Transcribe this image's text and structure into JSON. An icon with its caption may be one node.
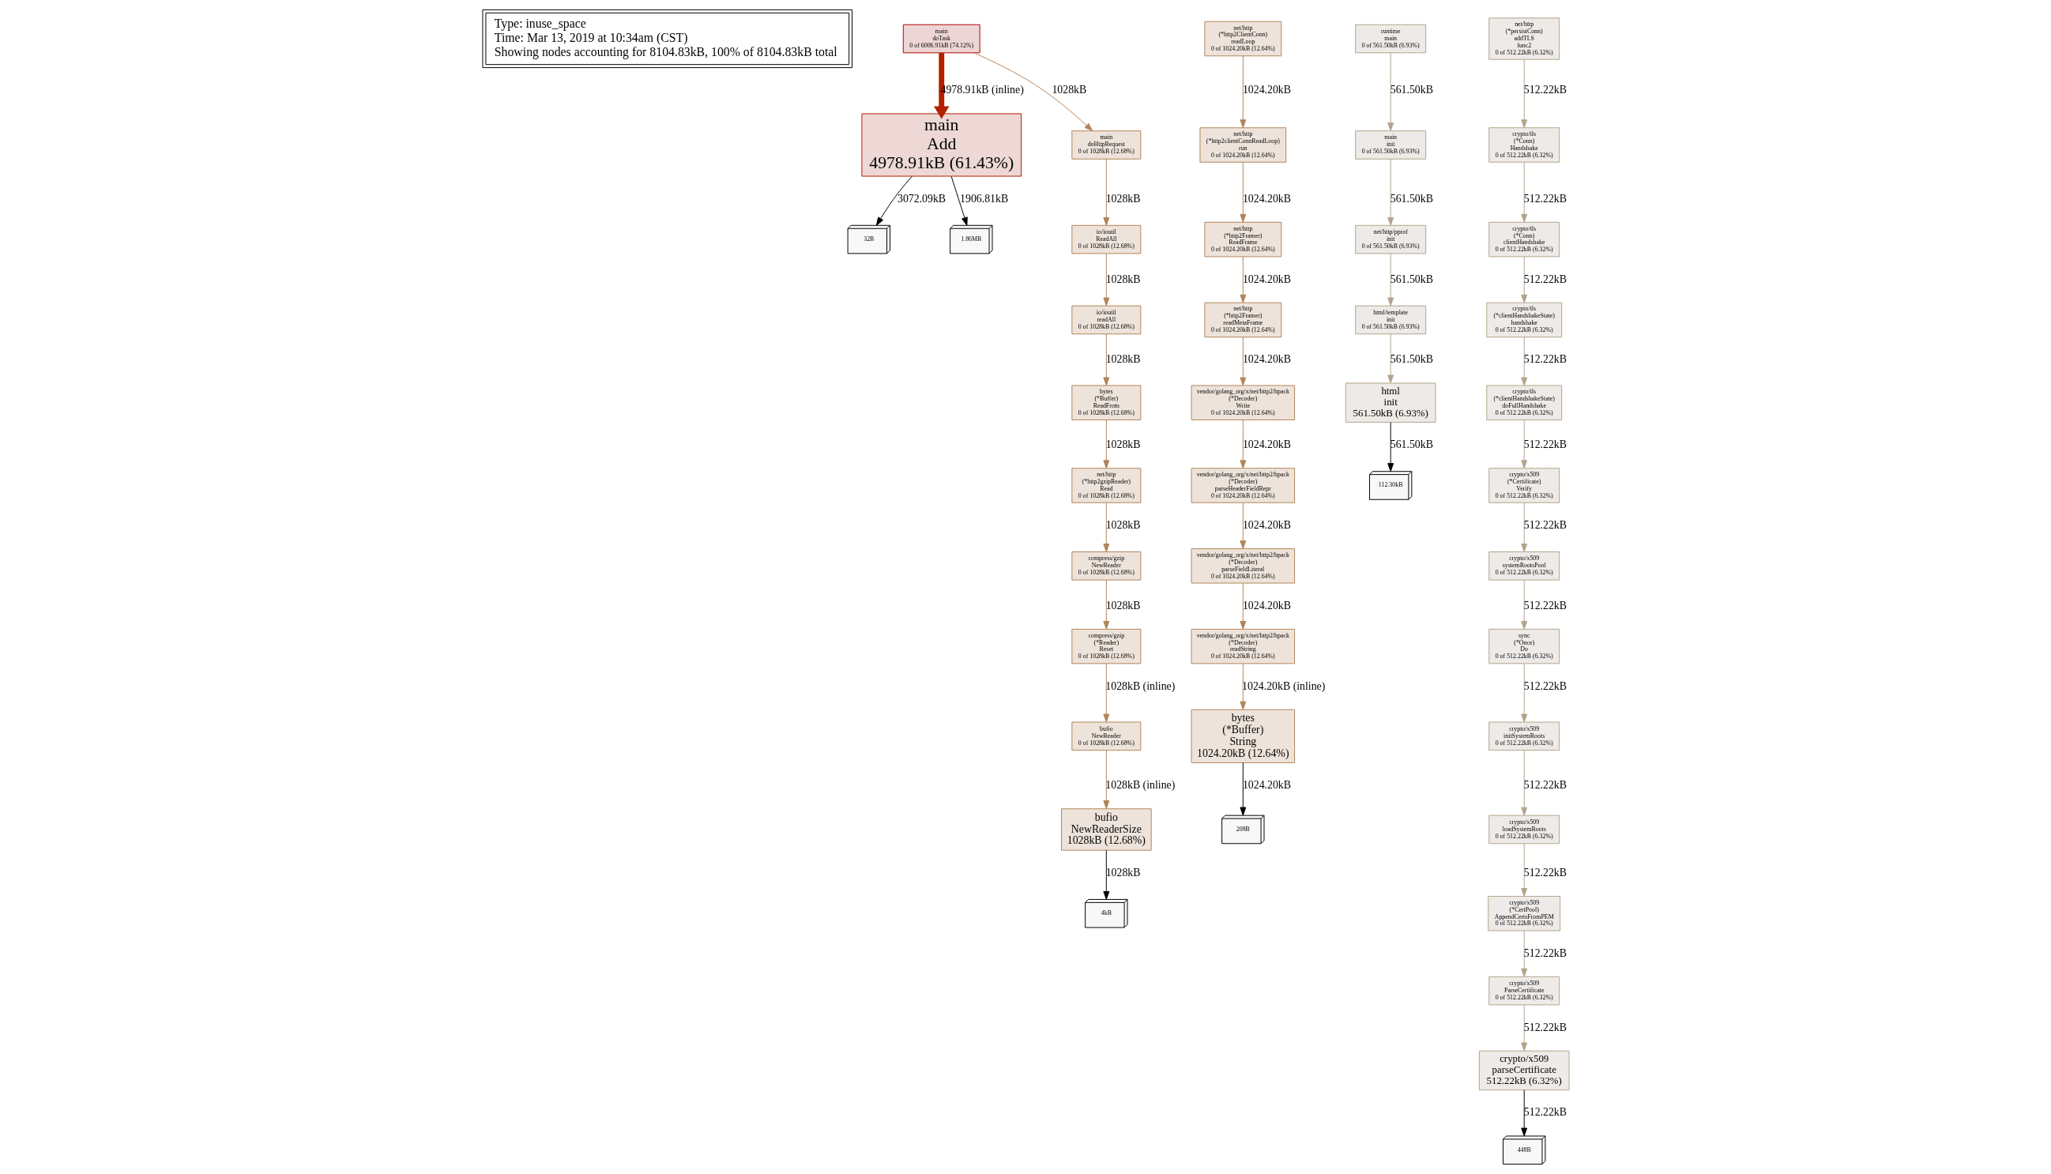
{
  "diagram": {
    "nodes": [
      {
        "text": [
          "Type: inuse_space",
          "Time: Mar 13, 2019 at 10:34am (CST)",
          "Showing nodes accounting for 8104.83kB, 100% of 8104.83kB total"
        ]
      },
      {
        "text": [
          "main",
          "doTask",
          "0 of 6006.91kB (74.12%)"
        ]
      },
      {
        "text": [
          "main",
          "Add",
          "4978.91kB (61.43%)"
        ]
      },
      {
        "text": [
          "32B"
        ]
      },
      {
        "text": [
          "1.86MB"
        ]
      },
      {
        "text": [
          "main",
          "doHttpRequest",
          "0 of 1028kB (12.68%)"
        ]
      },
      {
        "text": [
          "io/ioutil",
          "ReadAll",
          "0 of 1028kB (12.68%)"
        ]
      },
      {
        "text": [
          "io/ioutil",
          "readAll",
          "0 of 1028kB (12.68%)"
        ]
      },
      {
        "text": [
          "bytes",
          "(*Buffer)",
          "ReadFrom",
          "0 of 1028kB (12.68%)"
        ]
      },
      {
        "text": [
          "net/http",
          "(*http2gzipReader)",
          "Read",
          "0 of 1028kB (12.68%)"
        ]
      },
      {
        "text": [
          "compress/gzip",
          "NewReader",
          "0 of 1028kB (12.68%)"
        ]
      },
      {
        "text": [
          "compress/gzip",
          "(*Reader)",
          "Reset",
          "0 of 1028kB (12.68%)"
        ]
      },
      {
        "text": [
          "bufio",
          "NewReader",
          "0 of 1028kB (12.68%)"
        ]
      },
      {
        "text": [
          "bufio",
          "NewReaderSize",
          "1028kB (12.68%)"
        ]
      },
      {
        "text": [
          "4kB"
        ]
      },
      {
        "text": [
          "net/http",
          "(*http2ClientConn)",
          "readLoop",
          "0 of 1024.20kB (12.64%)"
        ]
      },
      {
        "text": [
          "net/http",
          "(*http2clientConnReadLoop)",
          "run",
          "0 of 1024.20kB (12.64%)"
        ]
      },
      {
        "text": [
          "net/http",
          "(*http2Framer)",
          "ReadFrame",
          "0 of 1024.20kB (12.64%)"
        ]
      },
      {
        "text": [
          "net/http",
          "(*http2Framer)",
          "readMetaFrame",
          "0 of 1024.20kB (12.64%)"
        ]
      },
      {
        "text": [
          "vendor/golang_org/x/net/http2/hpack",
          "(*Decoder)",
          "Write",
          "0 of 1024.20kB (12.64%)"
        ]
      },
      {
        "text": [
          "vendor/golang_org/x/net/http2/hpack",
          "(*Decoder)",
          "parseHeaderFieldRepr",
          "0 of 1024.20kB (12.64%)"
        ]
      },
      {
        "text": [
          "vendor/golang_org/x/net/http2/hpack",
          "(*Decoder)",
          "parseFieldLiteral",
          "0 of 1024.20kB (12.64%)"
        ]
      },
      {
        "text": [
          "vendor/golang_org/x/net/http2/hpack",
          "(*Decoder)",
          "readString",
          "0 of 1024.20kB (12.64%)"
        ]
      },
      {
        "text": [
          "bytes",
          "(*Buffer)",
          "String",
          "1024.20kB (12.64%)"
        ]
      },
      {
        "text": [
          "208B"
        ]
      },
      {
        "text": [
          "runtime",
          "main",
          "0 of 561.50kB (6.93%)"
        ]
      },
      {
        "text": [
          "main",
          "init",
          "0 of 561.50kB (6.93%)"
        ]
      },
      {
        "text": [
          "net/http/pprof",
          "init",
          "0 of 561.50kB (6.93%)"
        ]
      },
      {
        "text": [
          "html/template",
          "init",
          "0 of 561.50kB (6.93%)"
        ]
      },
      {
        "text": [
          "html",
          "init",
          "561.50kB (6.93%)"
        ]
      },
      {
        "text": [
          "112.30kB"
        ]
      },
      {
        "text": [
          "net/http",
          "(*persistConn)",
          "addTLS",
          "func2",
          "0 of 512.22kB (6.32%)"
        ]
      },
      {
        "text": [
          "crypto/tls",
          "(*Conn)",
          "Handshake",
          "0 of 512.22kB (6.32%)"
        ]
      },
      {
        "text": [
          "crypto/tls",
          "(*Conn)",
          "clientHandshake",
          "0 of 512.22kB (6.32%)"
        ]
      },
      {
        "text": [
          "crypto/tls",
          "(*clientHandshakeState)",
          "handshake",
          "0 of 512.22kB (6.32%)"
        ]
      },
      {
        "text": [
          "crypto/tls",
          "(*clientHandshakeState)",
          "doFullHandshake",
          "0 of 512.22kB (6.32%)"
        ]
      },
      {
        "text": [
          "crypto/x509",
          "(*Certificate)",
          "Verify",
          "0 of 512.22kB (6.32%)"
        ]
      },
      {
        "text": [
          "crypto/x509",
          "systemRootsPool",
          "0 of 512.22kB (6.32%)"
        ]
      },
      {
        "text": [
          "sync",
          "(*Once)",
          "Do",
          "0 of 512.22kB (6.32%)"
        ]
      },
      {
        "text": [
          "crypto/x509",
          "initSystemRoots",
          "0 of 512.22kB (6.32%)"
        ]
      },
      {
        "text": [
          "crypto/x509",
          "loadSystemRoots",
          "0 of 512.22kB (6.32%)"
        ]
      },
      {
        "text": [
          "crypto/x509",
          "(*CertPool)",
          "AppendCertsFromPEM",
          "0 of 512.22kB (6.32%)"
        ]
      },
      {
        "text": [
          "crypto/x509",
          "ParseCertificate",
          "0 of 512.22kB (6.32%)"
        ]
      },
      {
        "text": [
          "crypto/x509",
          "parseCertificate",
          "512.22kB (6.32%)"
        ]
      },
      {
        "text": [
          "448B"
        ]
      }
    ],
    "edges": [
      {
        "from": 1,
        "to": 2,
        "arrow": "to",
        "label": "4978.91kB (inline)",
        "style": "thick",
        "color": "#b22000"
      },
      {
        "from": 1,
        "to": 5,
        "arrow": "to",
        "label": "1028kB",
        "color": "#b28559"
      },
      {
        "from": 2,
        "to": 3,
        "arrow": "to",
        "label": "3072.09kB",
        "color": "#000000"
      },
      {
        "from": 2,
        "to": 4,
        "arrow": "to",
        "label": "1906.81kB",
        "color": "#000000"
      },
      {
        "from": 5,
        "to": 6,
        "arrow": "to",
        "label": "1028kB",
        "color": "#b28559"
      },
      {
        "from": 6,
        "to": 7,
        "arrow": "to",
        "label": "1028kB",
        "color": "#b28559"
      },
      {
        "from": 7,
        "to": 8,
        "arrow": "to",
        "label": "1028kB",
        "color": "#b28559"
      },
      {
        "from": 8,
        "to": 9,
        "arrow": "to",
        "label": "1028kB",
        "color": "#b28559"
      },
      {
        "from": 9,
        "to": 10,
        "arrow": "to",
        "label": "1028kB",
        "color": "#b28559"
      },
      {
        "from": 10,
        "to": 11,
        "arrow": "to",
        "label": "1028kB",
        "color": "#b28559"
      },
      {
        "from": 11,
        "to": 12,
        "arrow": "to",
        "label": "1028kB (inline)",
        "color": "#b28559"
      },
      {
        "from": 12,
        "to": 13,
        "arrow": "to",
        "label": "1028kB (inline)",
        "color": "#b28559"
      },
      {
        "from": 13,
        "to": 14,
        "arrow": "to",
        "label": "1028kB",
        "color": "#000000"
      },
      {
        "from": 15,
        "to": 16,
        "arrow": "to",
        "label": "1024.20kB",
        "color": "#b28559"
      },
      {
        "from": 16,
        "to": 17,
        "arrow": "to",
        "label": "1024.20kB",
        "color": "#b28559"
      },
      {
        "from": 17,
        "to": 18,
        "arrow": "to",
        "label": "1024.20kB",
        "color": "#b28559"
      },
      {
        "from": 18,
        "to": 19,
        "arrow": "to",
        "label": "1024.20kB",
        "color": "#b28559"
      },
      {
        "from": 19,
        "to": 20,
        "arrow": "to",
        "label": "1024.20kB",
        "color": "#b28559"
      },
      {
        "from": 20,
        "to": 21,
        "arrow": "to",
        "label": "1024.20kB",
        "color": "#b28559"
      },
      {
        "from": 21,
        "to": 22,
        "arrow": "to",
        "label": "1024.20kB",
        "color": "#b28559"
      },
      {
        "from": 22,
        "to": 23,
        "arrow": "to",
        "label": "1024.20kB (inline)",
        "color": "#b28559"
      },
      {
        "from": 23,
        "to": 24,
        "arrow": "to",
        "label": "1024.20kB",
        "color": "#000000"
      },
      {
        "from": 25,
        "to": 26,
        "arrow": "to",
        "label": "561.50kB"
      },
      {
        "from": 26,
        "to": 27,
        "arrow": "to",
        "label": "561.50kB"
      },
      {
        "from": 27,
        "to": 28,
        "arrow": "to",
        "label": "561.50kB"
      },
      {
        "from": 28,
        "to": 29,
        "arrow": "to",
        "label": "561.50kB"
      },
      {
        "from": 29,
        "to": 30,
        "arrow": "to",
        "label": "561.50kB",
        "color": "#000000"
      },
      {
        "from": 31,
        "to": 32,
        "arrow": "to",
        "label": "512.22kB"
      },
      {
        "from": 32,
        "to": 33,
        "arrow": "to",
        "label": "512.22kB"
      },
      {
        "from": 33,
        "to": 34,
        "arrow": "to",
        "label": "512.22kB"
      },
      {
        "from": 34,
        "to": 35,
        "arrow": "to",
        "label": "512.22kB"
      },
      {
        "from": 35,
        "to": 36,
        "arrow": "to",
        "label": "512.22kB"
      },
      {
        "from": 36,
        "to": 37,
        "arrow": "to",
        "label": "512.22kB"
      },
      {
        "from": 37,
        "to": 38,
        "arrow": "to",
        "label": "512.22kB"
      },
      {
        "from": 38,
        "to": 39,
        "arrow": "to",
        "label": "512.22kB"
      },
      {
        "from": 39,
        "to": 40,
        "arrow": "to",
        "label": "512.22kB"
      },
      {
        "from": 40,
        "to": 41,
        "arrow": "to",
        "label": "512.22kB"
      },
      {
        "from": 41,
        "to": 42,
        "arrow": "to",
        "label": "512.22kB"
      },
      {
        "from": 42,
        "to": 43,
        "arrow": "to",
        "label": "512.22kB"
      },
      {
        "from": 43,
        "to": 44,
        "arrow": "to",
        "label": "512.22kB",
        "color": "#000000"
      }
    ]
  }
}
